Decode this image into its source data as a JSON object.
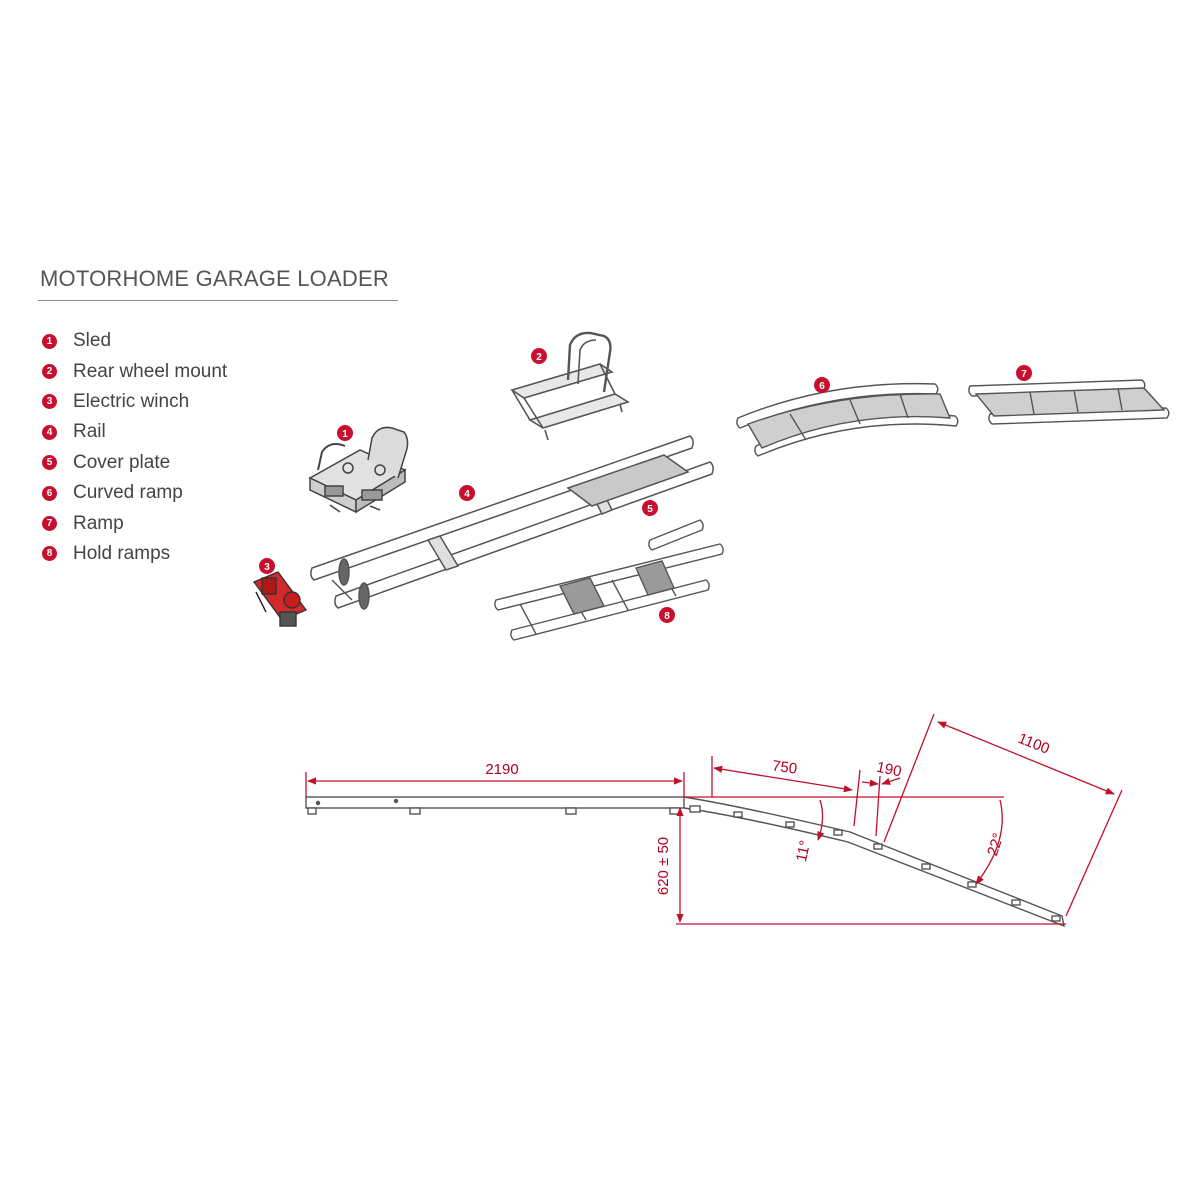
{
  "title": "MOTORHOME GARAGE LOADER",
  "legend": [
    {
      "num": "1",
      "label": "Sled"
    },
    {
      "num": "2",
      "label": "Rear wheel mount"
    },
    {
      "num": "3",
      "label": "Electric winch"
    },
    {
      "num": "4",
      "label": "Rail"
    },
    {
      "num": "5",
      "label": "Cover plate"
    },
    {
      "num": "6",
      "label": "Curved ramp"
    },
    {
      "num": "7",
      "label": "Ramp"
    },
    {
      "num": "8",
      "label": "Hold ramps"
    }
  ],
  "callouts": [
    "1",
    "2",
    "3",
    "4",
    "5",
    "6",
    "7",
    "8"
  ],
  "dimensions": {
    "rail_length": "2190",
    "curve_length": "750",
    "joint_length": "190",
    "ramp_length": "1100",
    "height": "620 ± 50",
    "angle_small": "11°",
    "angle_large": "22°"
  },
  "colors": {
    "accent": "#c8102e",
    "dimension": "#c0102a",
    "line": "#555555"
  }
}
